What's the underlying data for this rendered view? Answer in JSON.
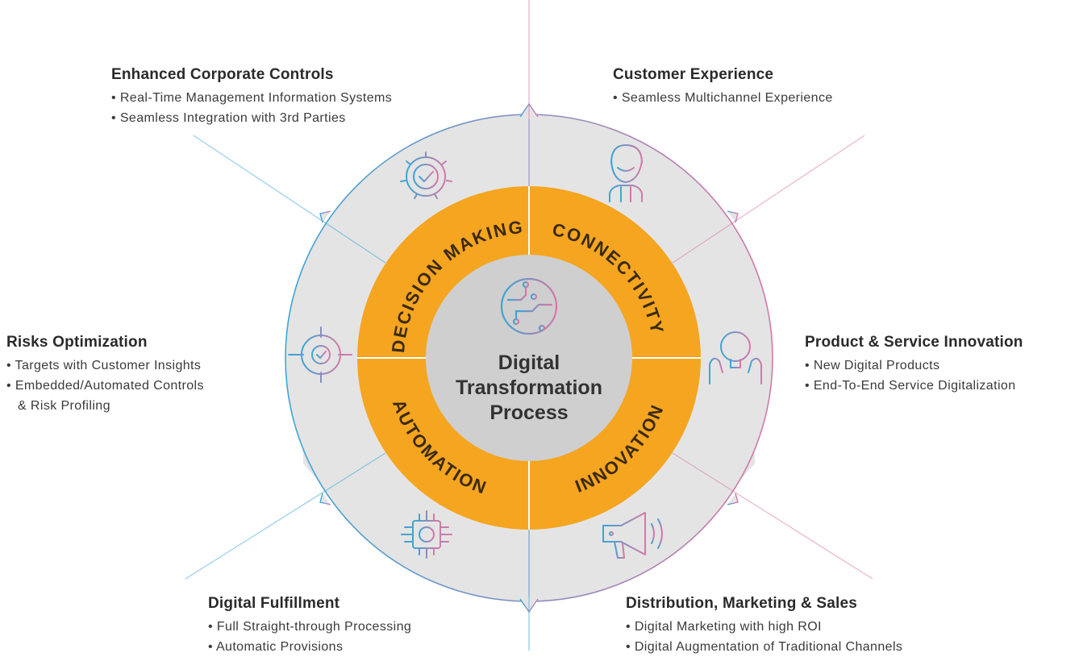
{
  "center": {
    "lines": [
      "Digital",
      "Transformation",
      "Process"
    ]
  },
  "ring_labels": {
    "decision_making": "DECISION MAKING",
    "connectivity": "CONNECTIVITY",
    "innovation": "INNOVATION",
    "automation": "AUTOMATION"
  },
  "blocks": {
    "corporate_controls": {
      "title": "Enhanced Corporate Controls",
      "bullets": [
        "• Real-Time Management Information Systems",
        "• Seamless Integration with 3rd Parties"
      ]
    },
    "customer_experience": {
      "title": "Customer Experience",
      "bullets": [
        "• Seamless Multichannel Experience"
      ]
    },
    "risks": {
      "title": "Risks Optimization",
      "bullets": [
        "• Targets with Customer Insights",
        "• Embedded/Automated Controls",
        "  & Risk Profiling"
      ]
    },
    "product_innovation": {
      "title": "Product & Service Innovation",
      "bullets": [
        "• New Digital Products",
        "• End-To-End Service Digitalization"
      ]
    },
    "fulfillment": {
      "title": "Digital Fulfillment",
      "bullets": [
        "• Full Straight-through Processing",
        "• Automatic Provisions"
      ]
    },
    "distribution": {
      "title": "Distribution, Marketing & Sales",
      "bullets": [
        "• Digital Marketing with high ROI",
        "• Digital Augmentation of Traditional Channels"
      ]
    }
  },
  "icons": {
    "top_left": "gear-check-icon",
    "top_right": "user-avatar-icon",
    "left": "target-gear-icon",
    "right": "lightbulb-hands-icon",
    "bottom_left": "chip-gear-icon",
    "bottom_right": "megaphone-icon",
    "center": "circuit-icon"
  },
  "colors": {
    "orange": "#f5a51f",
    "outer_ring": "#e4e4e4",
    "inner_disc": "#cfcfcf",
    "blue": "#3aa6d6",
    "pink": "#d678a8"
  }
}
